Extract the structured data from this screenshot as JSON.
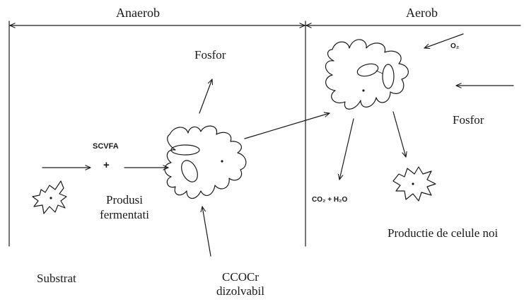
{
  "zones": {
    "anaerobic": "Anaerob",
    "aerobic": "Aerob"
  },
  "labels": {
    "phosphorus_anaerobic": "Fosfor",
    "phosphorus_aerobic": "Fosfor",
    "scvfa": "SCVFA",
    "plus": "+",
    "fermented_products": "Produsi fermentati",
    "substrate": "Substrat",
    "soluble_cod_line1": "CCOCr",
    "soluble_cod_line2": "dizolvabil",
    "oxygen": "O₂",
    "co2_h2o": "CO₂ + H₂O",
    "new_cells": "Productie de celule noi"
  },
  "colors": {
    "ink": "#1a1a1a",
    "background": "#ffffff"
  }
}
